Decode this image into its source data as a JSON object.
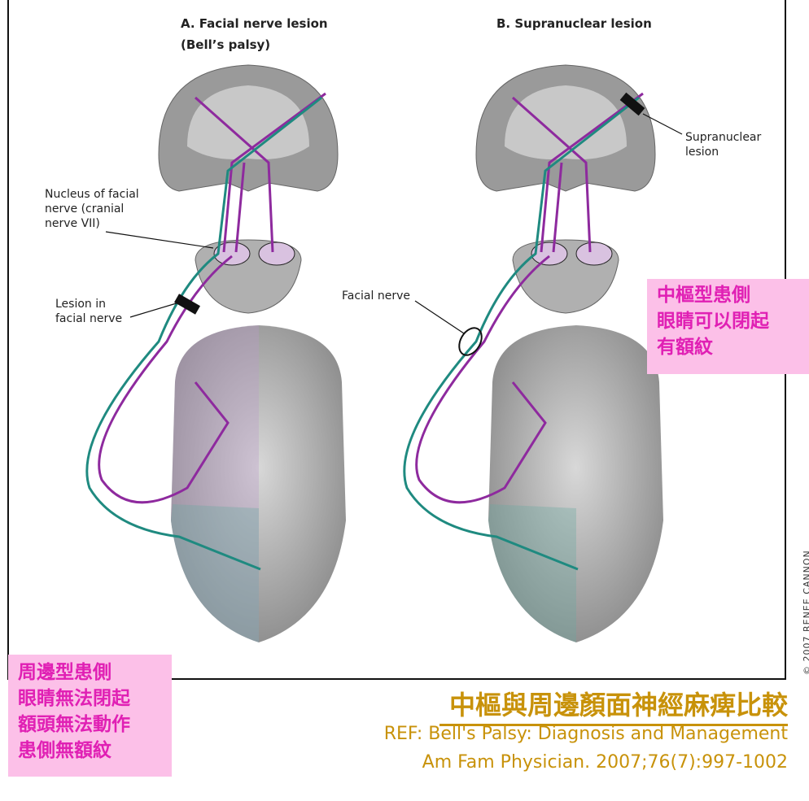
{
  "panels": {
    "a": {
      "title": "A. Facial nerve lesion",
      "subtitle": "(Bell’s palsy)"
    },
    "b": {
      "title": "B. Supranuclear lesion"
    }
  },
  "labels": {
    "nucleus": [
      "Nucleus of facial",
      "nerve (cranial",
      "nerve VII)"
    ],
    "lesion_facial": [
      "Lesion in",
      "facial nerve"
    ],
    "facial_nerve": "Facial nerve",
    "supranuclear": [
      "Supranuclear",
      "lesion"
    ]
  },
  "copyright": "© 2007 RENEE CANNON",
  "notes": {
    "central": [
      "中樞型患側",
      "眼睛可以閉起",
      "有額紋"
    ],
    "peripheral": [
      "周邊型患側",
      "眼睛無法閉起",
      "額頭無法動作",
      "患側無額紋"
    ]
  },
  "caption": {
    "title": "中樞與周邊顏面神經麻痺比較",
    "ref": "REF: Bell's Palsy: Diagnosis and Management",
    "citation": "Am Fam Physician. 2007;76(7):997-1002"
  },
  "colors": {
    "teal": "#1f8a80",
    "purple": "#8e2a9e",
    "pink_bg": "#fcc0e8",
    "pink_text": "#e020b4",
    "gold": "#c8920a"
  }
}
